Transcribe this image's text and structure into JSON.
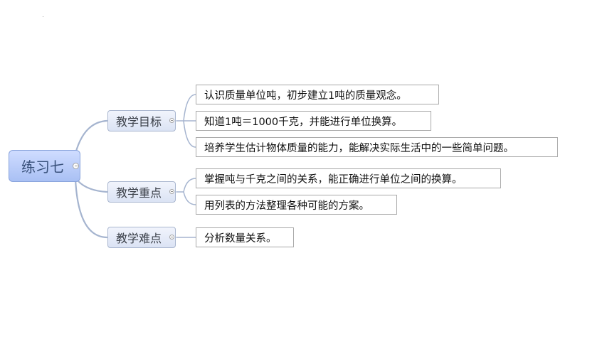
{
  "root": {
    "label": "练习七"
  },
  "branches": [
    {
      "label": "教学目标",
      "leaves": [
        "认识质量单位吨，初步建立1吨的质量观念。",
        "知道1吨＝1000千克，并能进行单位换算。",
        "培养学生估计物体质量的能力，能解决实际生活中的一些简单问题。"
      ]
    },
    {
      "label": "教学重点",
      "leaves": [
        "掌握吨与千克之间的关系，能正确进行单位之间的换算。",
        "用列表的方法整理各种可能的方案。"
      ]
    },
    {
      "label": "教学难点",
      "leaves": [
        "分析数量关系。"
      ]
    }
  ],
  "colors": {
    "connector": "#a5b4cf",
    "root_fill": "#b9cbf7",
    "branch_fill": "#e6ebf8",
    "leaf_border": "#a8a8a8"
  }
}
